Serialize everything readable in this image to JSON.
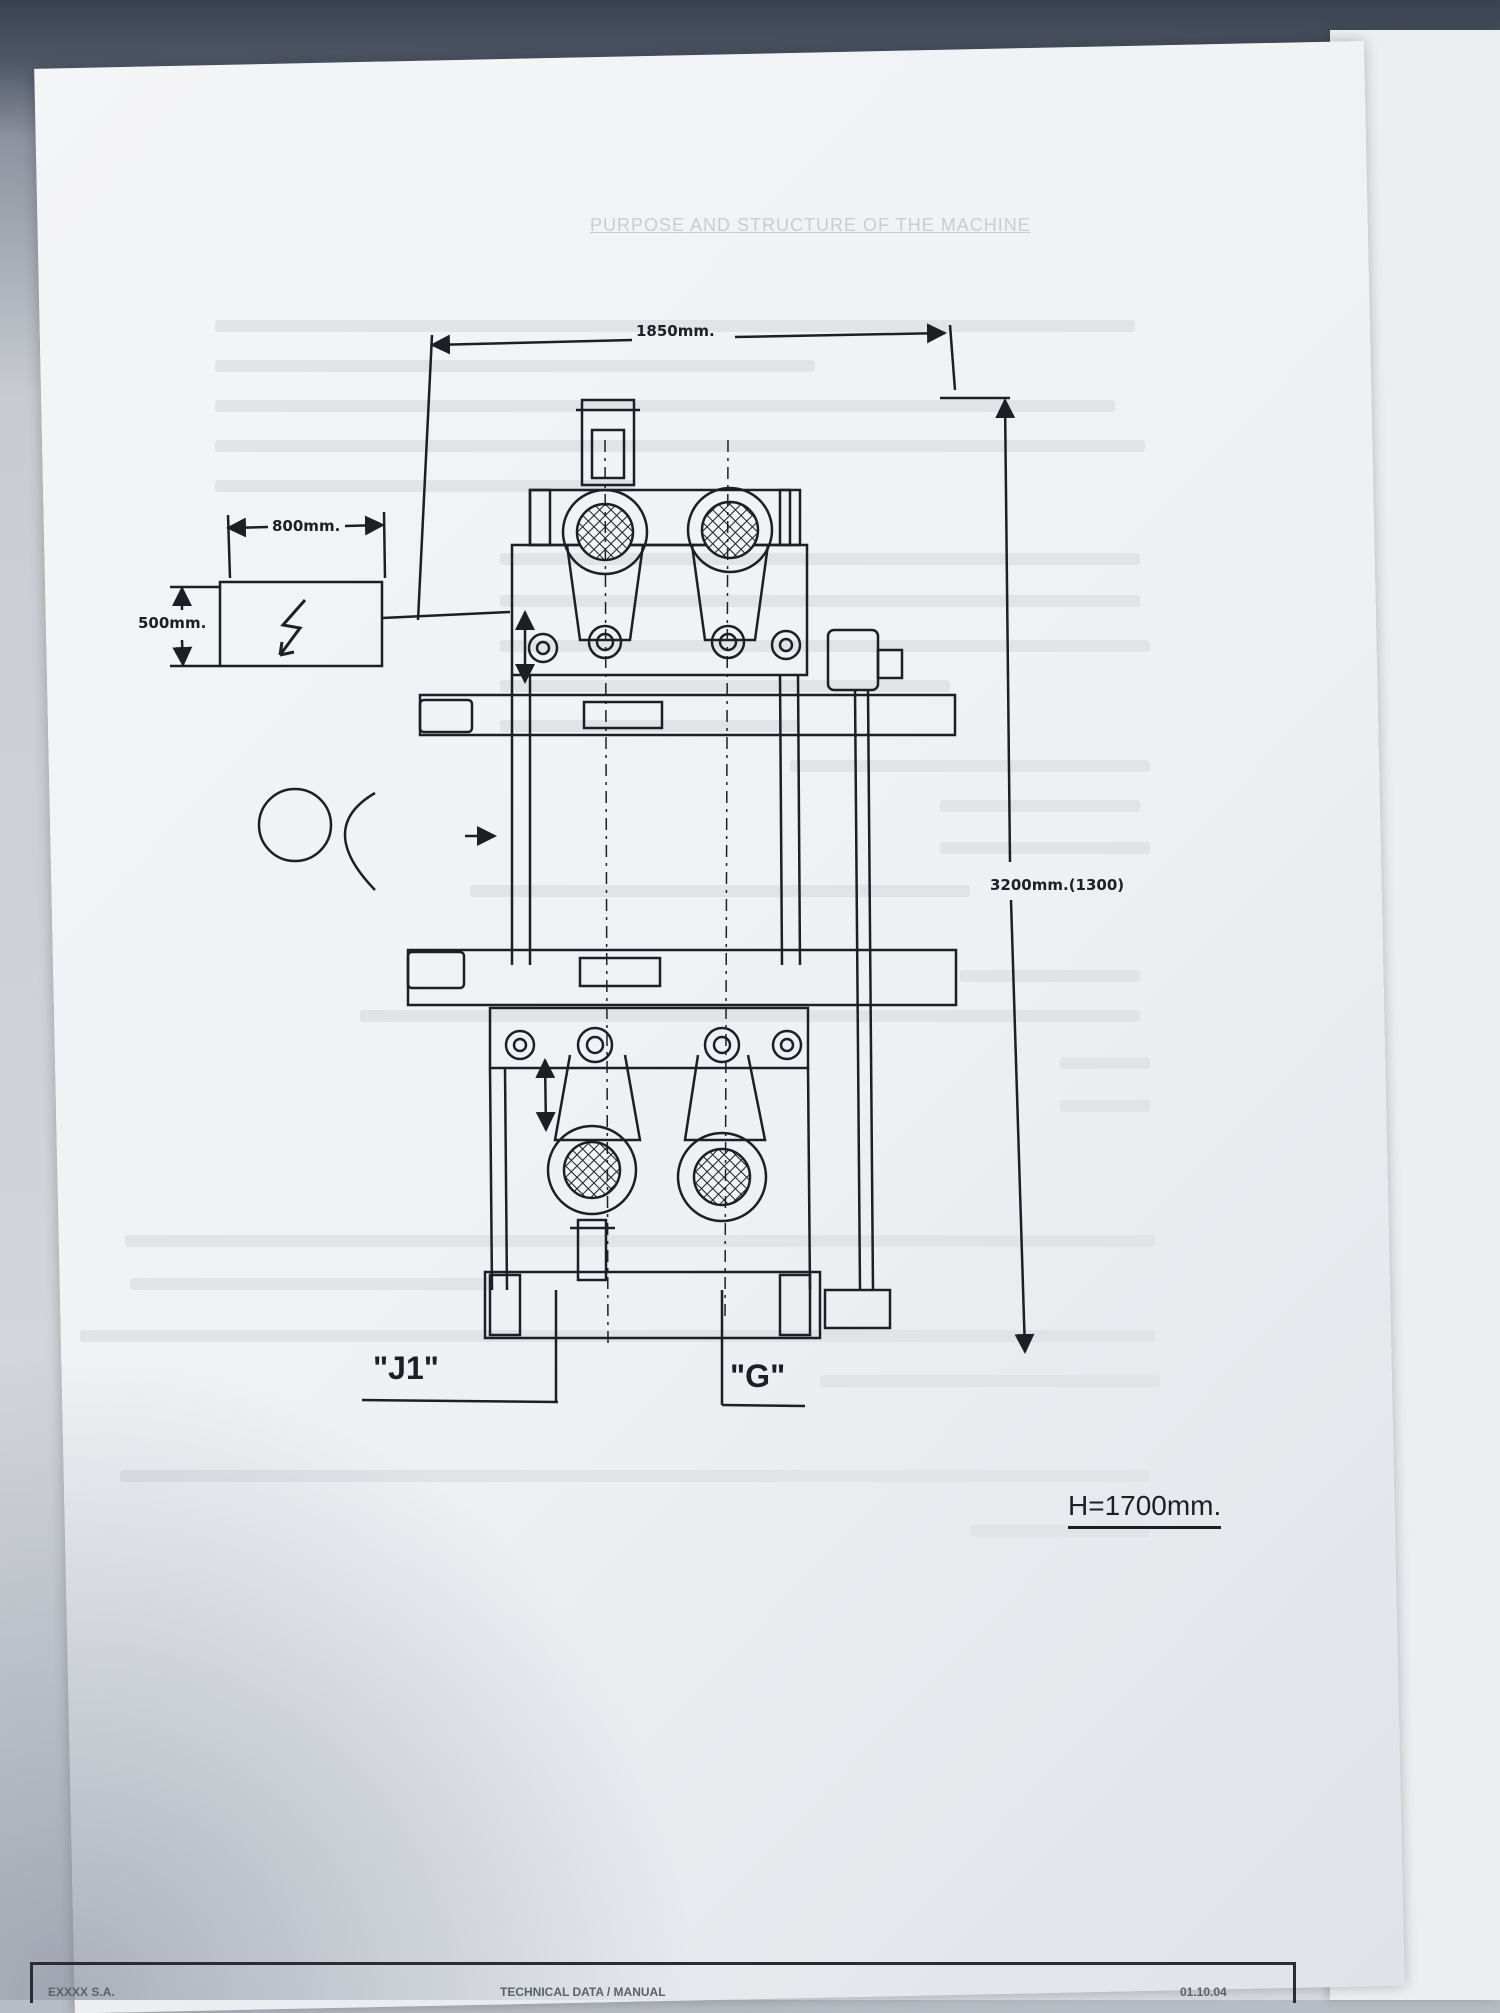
{
  "document": {
    "faded_title": "PURPOSE AND STRUCTURE OF THE MACHINE",
    "footer": {
      "left": "EXXXX S.A.",
      "middle": "TECHNICAL DATA / MANUAL",
      "right": "01.10.04"
    }
  },
  "diagram": {
    "dimensions": {
      "width_label": "1850mm.",
      "cabinet_width_label": "800mm.",
      "cabinet_height_label": "500mm.",
      "length_label": "3200mm.(1300)",
      "height_label": "H=1700mm."
    },
    "views": {
      "left_label": "\"J1\"",
      "right_label": "\"G\""
    },
    "icons": {
      "cabinet_symbol": "lightning-bolt-icon",
      "direction": "arrow-right-icon"
    },
    "colors": {
      "ink": "#1d1f24",
      "paper": "#f2f3f5"
    }
  }
}
